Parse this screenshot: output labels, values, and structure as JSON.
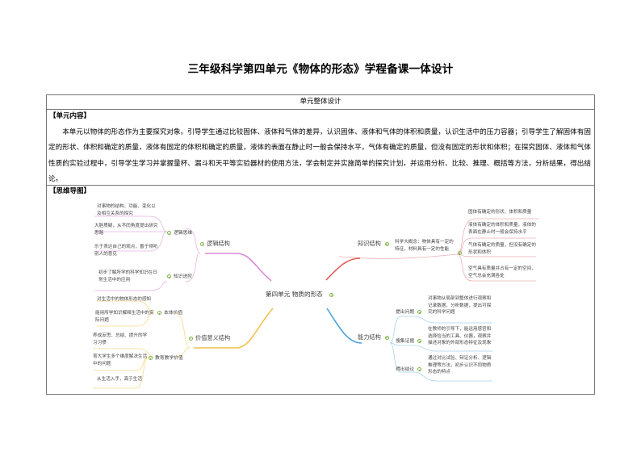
{
  "document": {
    "title": "三年级科学第四单元《物体的形态》学程备课一体设计",
    "table_header": "单元整体设计",
    "unit_content_label": "【单元内容】",
    "unit_content_text": "本单元以物体的形态作为主要探究对象。引导学生通过比较固体、液体和气体的差异，认识固体、液体和气体的体积和质量，认识生活中的压力容器；引导学生了解固体有固定的形状、体积和确定的质量，液体有固定的体积和确定的质量，液体的表面在静止时一般会保持水平，气体有确定的质量，但没有固定的形状和体积；在探究固体、液体和气体性质的实验过程中，引导学生学习并掌握量杯、漏斗和天平等实验器材的使用方法，学会制定并实施简单的探究计划，并运用分析、比较、推理、概括等方法，分析结果，得出结论。",
    "mindmap_label": "【思维导图】"
  },
  "mindmap": {
    "center": "第四单元 物质的形态",
    "colors": {
      "logic": "#d98ad6",
      "value": "#f2c14e",
      "knowledge": "#e05a5a",
      "ability": "#4aa3df",
      "toggle": "#7cb342"
    },
    "logic": {
      "label": "逻辑结构",
      "subs": [
        {
          "label": "逻辑思维",
          "items": [
            "对事物的结构、功能、变化以及相互关系的探究",
            "大胆质疑，从不同角度提出研究思路",
            "乐于表达自己的观点，善于倾听别人的意见"
          ]
        },
        {
          "label": "知识进阶",
          "items": [
            "初步了解所学的科学知识在日常生活中的应用"
          ]
        }
      ]
    },
    "value": {
      "label": "价值意义结构",
      "subs": [
        {
          "label": "本体价值",
          "items": [
            "对生活中的物体形态的感知",
            "能用所学知识解释生活中的实际问题"
          ]
        },
        {
          "label": "教育教学价值",
          "items": [
            "养成反思、总结、提升的学习习惯",
            "育大学生多个维度解决生活中的问题",
            "从生活入手，高于生活"
          ]
        }
      ]
    },
    "knowledge": {
      "label": "知识结构",
      "concept": "科学大概念：物体具有一定的特征，材料具有一定的性能",
      "items": [
        "固体有确定的形状、体积和质量",
        "液体有确定的体积和质量，液体的表面在静止时一般会保持水平",
        "气体有确定的质量，但没有确定的形状和体积",
        "空气具有质量并占有一定的空间，空气总会充满各处"
      ]
    },
    "ability": {
      "label": "能力结构",
      "subs": [
        {
          "label": "提出问题",
          "item": "对事物从局部到整体进行观察和记录数据，分析数据，提出可探究的科学问题"
        },
        {
          "label": "搜集证据",
          "item": "在教师的引导下，能运用感官和选择恰当的工具、仪器，观察并描述对象的外部形态特征及现象"
        },
        {
          "label": "得出结论",
          "item": "通过对比试验、辩证分析、逻辑推理等方法，初步认识不同物质形态的特点"
        }
      ]
    }
  }
}
